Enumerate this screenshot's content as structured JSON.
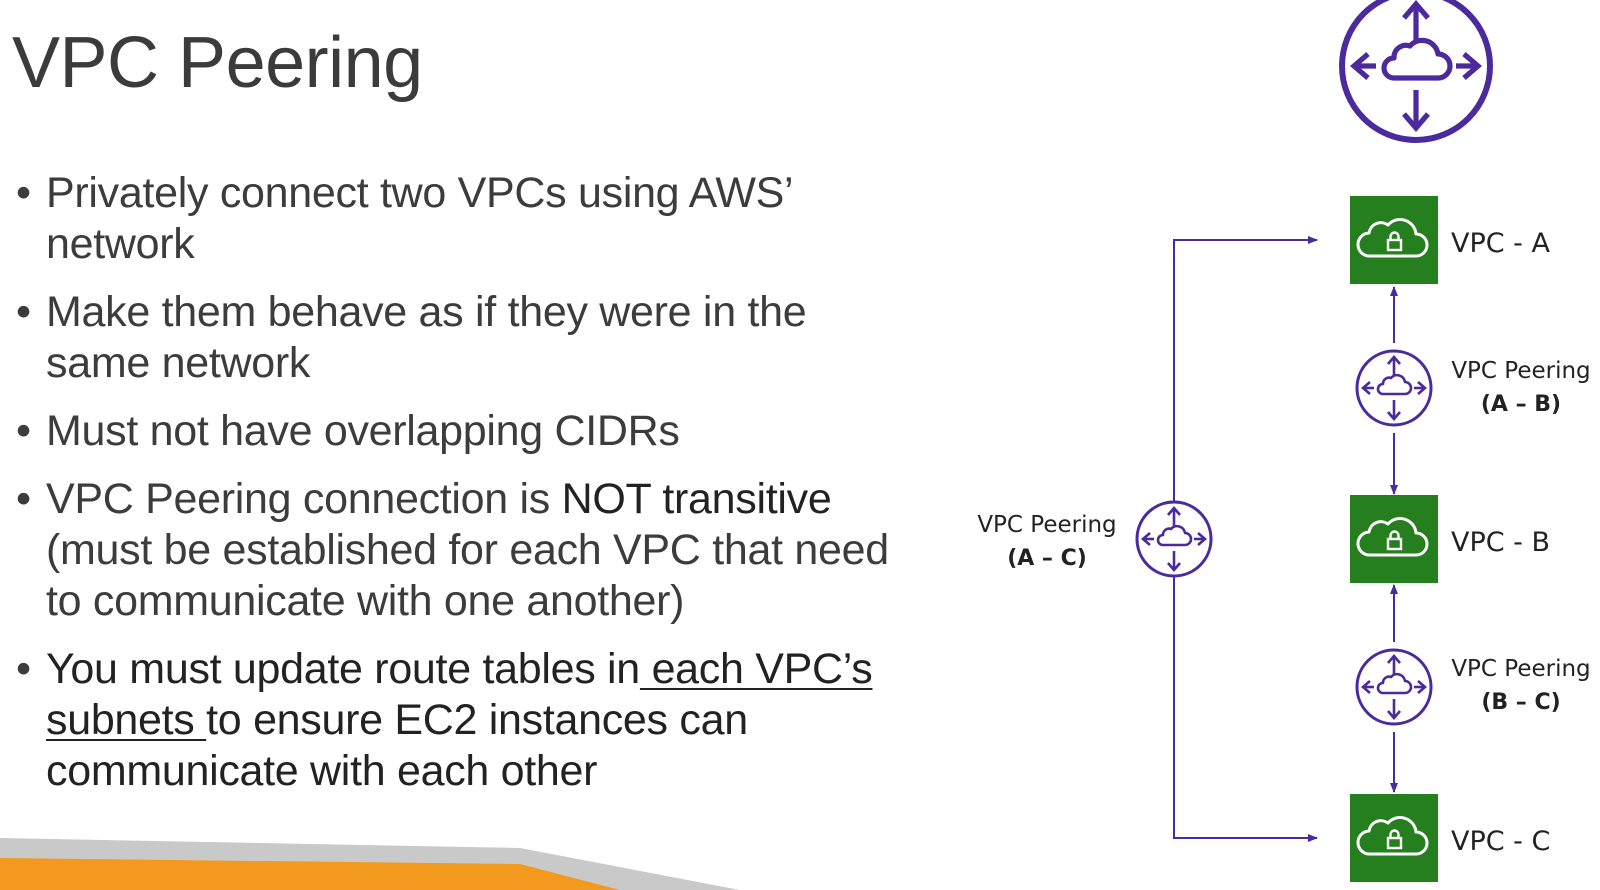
{
  "slide": {
    "title": "VPC Peering",
    "bullets": [
      {
        "text": "Privately connect two VPCs using AWS’ network"
      },
      {
        "text": "Make them behave as if they were in the same network"
      },
      {
        "text": "Must not have overlapping CIDRs"
      },
      {
        "before": "VPC Peering connection is ",
        "strong": "NOT transitive",
        "after": " (must be established for each VPC that need to communicate with one another)"
      },
      {
        "before": "You must update route tables in",
        "underline1": " each VPC’s",
        "mid": " ",
        "underline2": "subnets ",
        "after": "to ensure EC2 instances can communicate with each other"
      }
    ]
  },
  "diagram": {
    "vpcs": [
      {
        "label": "VPC - A"
      },
      {
        "label": "VPC - B"
      },
      {
        "label": "VPC - C"
      }
    ],
    "peerings": [
      {
        "name": "VPC Peering",
        "pair": "(A – B)"
      },
      {
        "name": "VPC Peering",
        "pair": "(B – C)"
      },
      {
        "name": "VPC Peering",
        "pair": "(A – C)"
      }
    ]
  },
  "colors": {
    "vpc_green": "#267f1e",
    "peering_purple": "#4a2a9c",
    "footer_orange": "#f39a1e",
    "footer_gray": "#c9c9c9"
  },
  "icons": {
    "header": "vpc-peering-icon",
    "vpc": "vpc-cloud-lock-icon",
    "peering": "peering-connection-icon"
  }
}
